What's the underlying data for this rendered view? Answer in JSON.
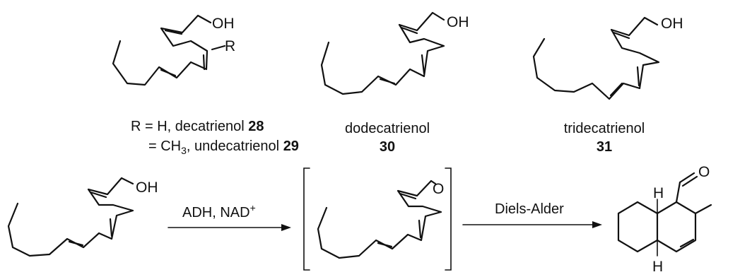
{
  "atoms": {
    "hydroxyl": "OH",
    "r_group": "R",
    "oxygen": "O",
    "hydrogen": "H"
  },
  "compound_28_29": {
    "line1_prefix": "R = H, decatrienol ",
    "line1_number": "28",
    "line2_prefix": "= CH",
    "line2_subscript": "3",
    "line2_suffix": ", undecatrienol ",
    "line2_number": "29"
  },
  "compound_30": {
    "name": "dodecatrienol",
    "number": "30"
  },
  "compound_31": {
    "name": "tridecatrienol",
    "number": "31"
  },
  "arrow1": {
    "label_prefix": "ADH, NAD",
    "label_superscript": "+"
  },
  "arrow2": {
    "label": "Diels-Alder"
  }
}
